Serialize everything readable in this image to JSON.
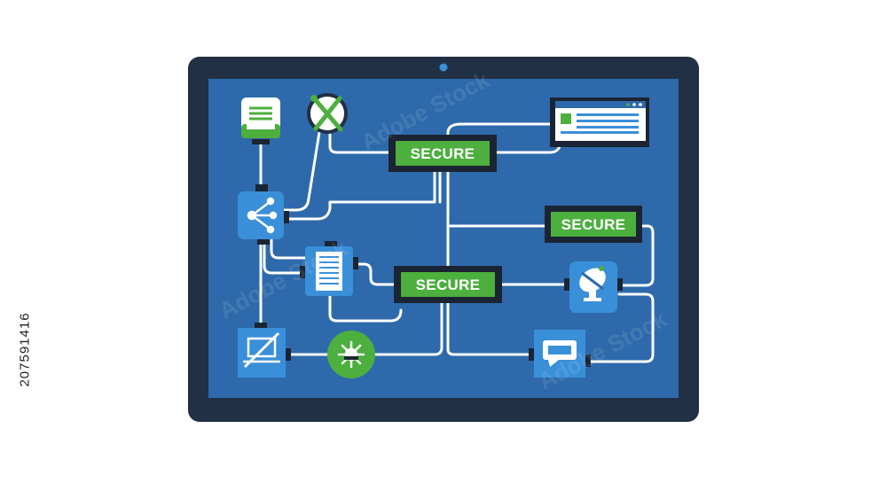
{
  "stock_id": "207591416",
  "watermark": "Adobe Stock",
  "secure_label": "SECURE",
  "colors": {
    "frame": "#213045",
    "screen": "#2e6aab",
    "wire": "#ffffff",
    "node": "#3a8fd9",
    "accent_green": "#4caf3e",
    "badge_border": "#1b2432",
    "camera": "#3a8fd9"
  },
  "icons": [
    "server-icon",
    "crossed-tools-icon",
    "network-hub-icon",
    "document-icon",
    "browser-window-icon",
    "satellite-dish-icon",
    "no-laptop-icon",
    "virus-icon",
    "chat-bubble-icon"
  ]
}
